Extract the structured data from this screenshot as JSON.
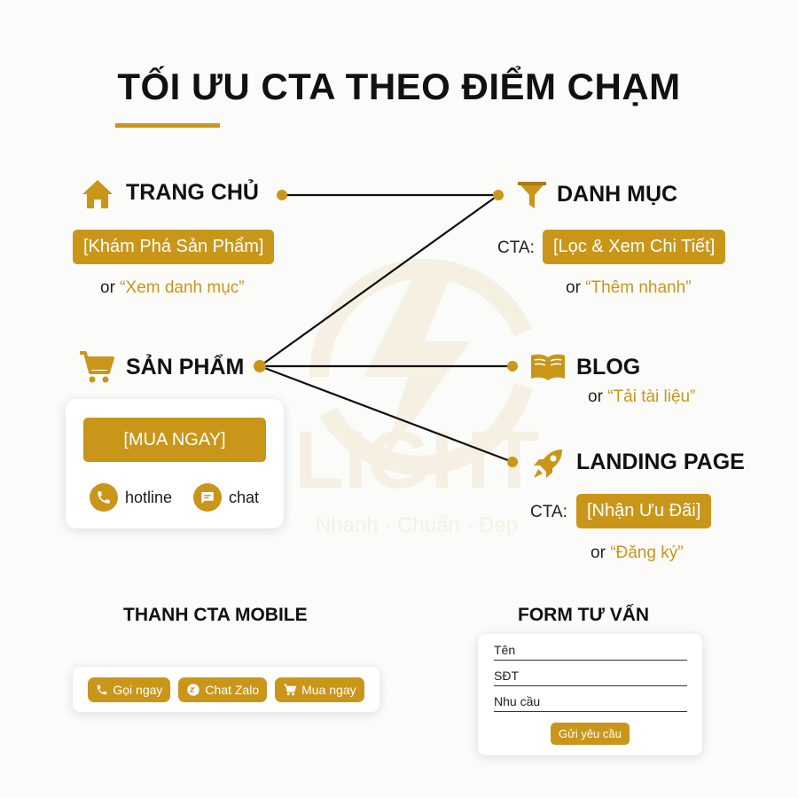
{
  "title": "TỐI ƯU CTA THEO ĐIỂM CHẠM",
  "colors": {
    "accent": "#c9961a",
    "text": "#111111",
    "background": "#fbfbfa"
  },
  "watermark": {
    "brand": "LIGHT",
    "tagline": "Nhanh - Chuẩn - Đẹp"
  },
  "nodes": {
    "home": {
      "icon": "home-icon",
      "title": "TRANG CHỦ",
      "cta": "[Khám Phá Sản Phẩm]",
      "or": "or",
      "alt": "“Xem danh mục”"
    },
    "product": {
      "icon": "cart-icon",
      "title": "SẢN PHẨM",
      "cta": "[MUA NGAY]",
      "hotline": "hotline",
      "chat": "chat"
    },
    "category": {
      "icon": "funnel-icon",
      "title": "DANH MỤC",
      "cta_label": "CTA:",
      "cta": "[Lọc & Xem Chi Tiết]",
      "or": "or",
      "alt": "“Thêm nhanh”"
    },
    "blog": {
      "icon": "book-icon",
      "title": "BLOG",
      "or": "or",
      "alt": "“Tải tài liệu”"
    },
    "landing": {
      "icon": "rocket-icon",
      "title": "LANDING PAGE",
      "cta_label": "CTA:",
      "cta": "[Nhận Ưu Đãi]",
      "or": "or",
      "alt": "“Đăng ký”"
    }
  },
  "mobile_bar": {
    "title": "THANH CTA MOBILE",
    "buttons": [
      {
        "icon": "phone-icon",
        "label": "Gọi ngay"
      },
      {
        "icon": "zalo-icon",
        "label": "Chat Zalo"
      },
      {
        "icon": "cart-icon",
        "label": "Mua ngay"
      }
    ]
  },
  "form": {
    "title": "FORM TƯ VẤN",
    "fields": [
      "Tên",
      "SĐT",
      "Nhu cầu"
    ],
    "submit": "Gửi yêu cầu"
  }
}
